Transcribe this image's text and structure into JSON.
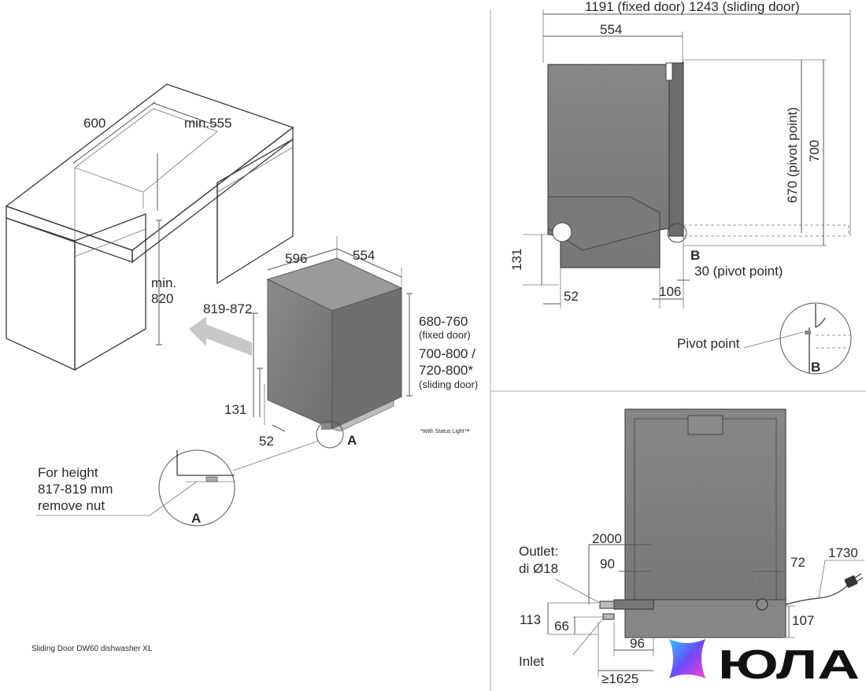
{
  "panel_iso": {
    "dim_width_opening": "600",
    "dim_depth_opening": "min.555",
    "dim_height_min": "min.\n820",
    "dim_unit_width": "596",
    "dim_unit_depth": "554",
    "dim_unit_height": "819-872",
    "dim_plinth_height": "131",
    "dim_plinth_depth": "52",
    "door_fixed_range": "680-760",
    "door_fixed_note": "(fixed door)",
    "door_sliding_range1": "700-800 /",
    "door_sliding_range2": "720-800*",
    "door_sliding_note": "(sliding door)",
    "status_light_note": "*With Status Light™",
    "detail_marker": "A",
    "note_line1": "For height",
    "note_line2": "817-819 mm",
    "note_line3": "remove nut",
    "detail_label": "A",
    "caption": "Sliding Door DW60 dishwasher XL"
  },
  "panel_side": {
    "dim_total": "1191 (fixed door) 1243 (sliding door)",
    "dim_depth": "554",
    "dim_pivot_height": "670 (pivot point)",
    "dim_height": "700",
    "dim_plinth": "131",
    "dim_foot": "52",
    "dim_pivot_offset": "106",
    "dim_pivot_depth": "30 (pivot point)",
    "marker": "B",
    "pivot_label": "Pivot point",
    "detail_label": "B"
  },
  "panel_rear": {
    "outlet_label": "Outlet:",
    "outlet_size": "di Ø18",
    "dim_hose": "2000",
    "dim_left": "90",
    "dim_right": "72",
    "dim_cable": "1730",
    "dim_113": "113",
    "dim_66": "66",
    "dim_107": "107",
    "dim_96": "96",
    "inlet_label": "Inlet",
    "dim_inlet_len": "≥1625"
  },
  "brand": {
    "name": "ЮЛА",
    "gradient_colors": [
      "#2ec5ff",
      "#6c4bff",
      "#ff3fd2"
    ]
  }
}
